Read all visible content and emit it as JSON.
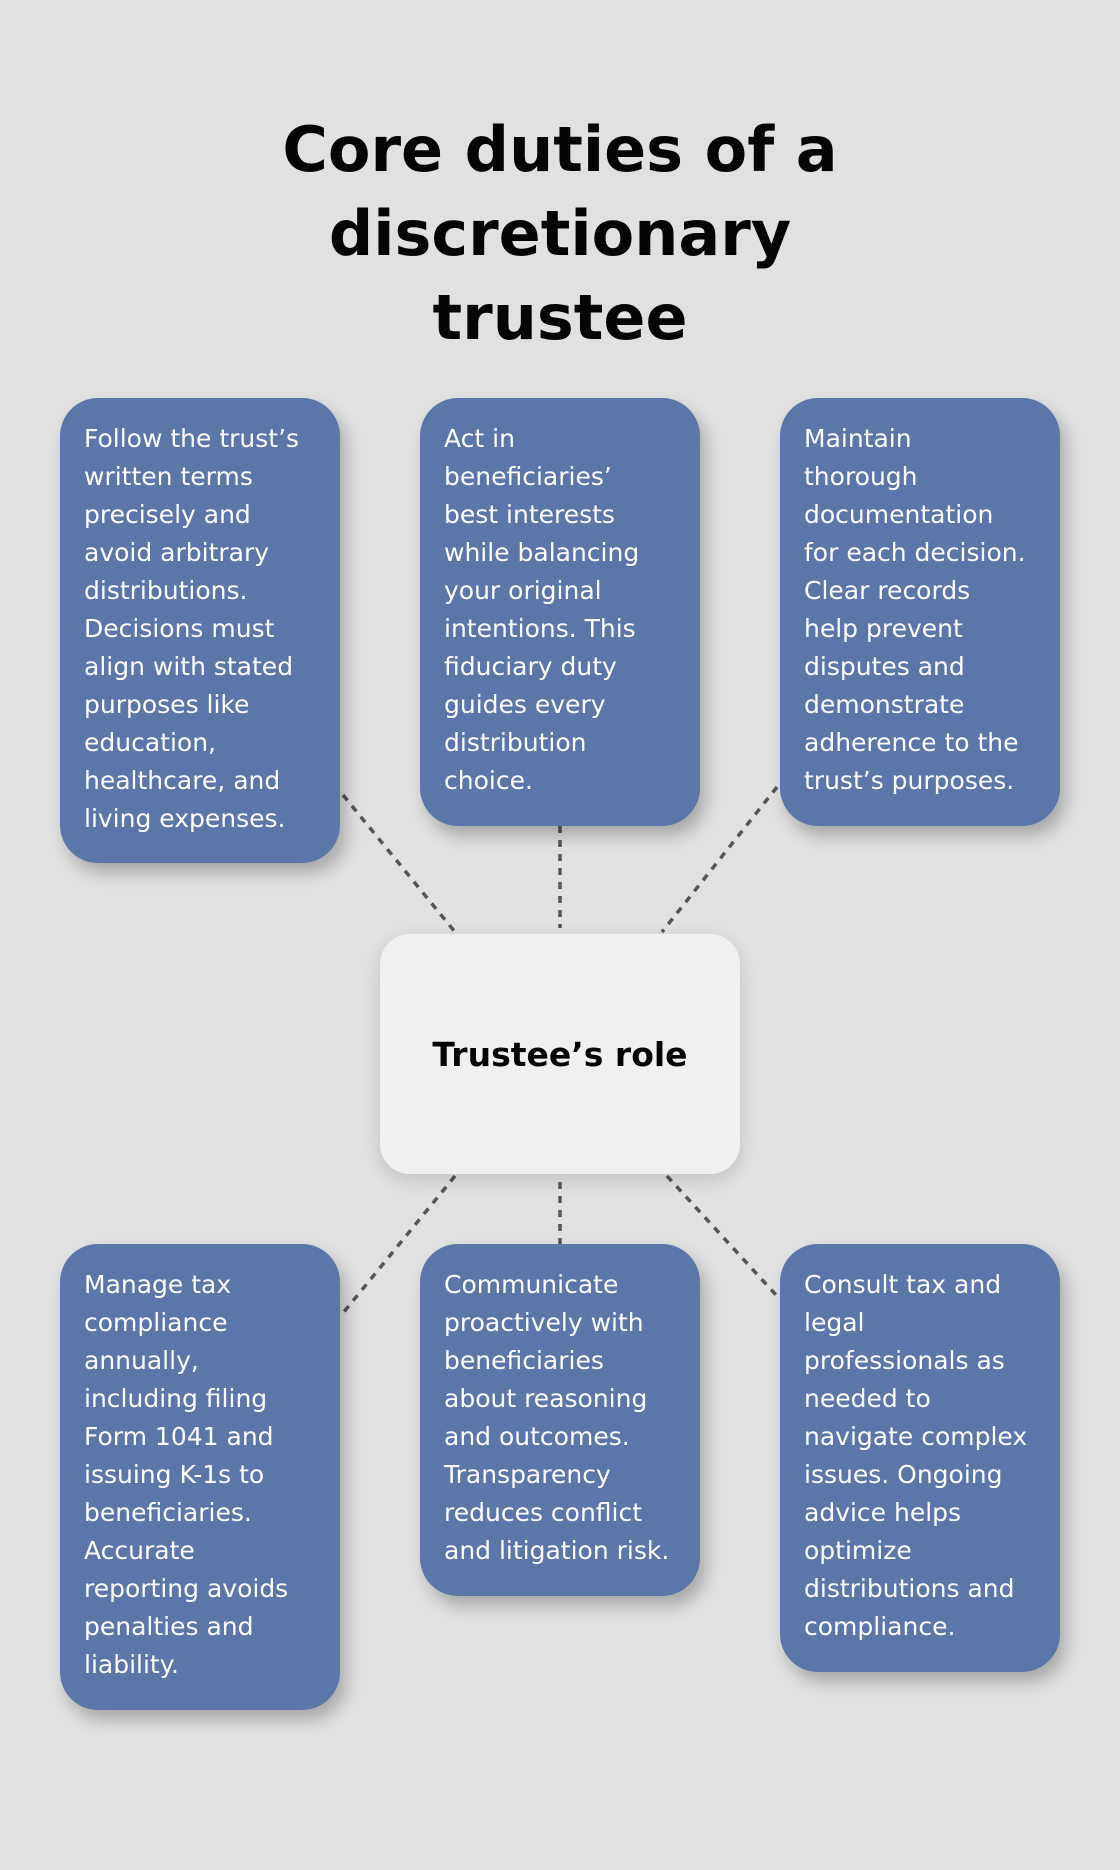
{
  "title": "Core duties of a discretionary\ntrustee",
  "center": {
    "label": "Trustee’s role"
  },
  "duties": [
    {
      "text": "Follow the trust’s\nwritten terms\nprecisely and\navoid arbitrary\ndistributions.\nDecisions must\nalign with stated\npurposes like\neducation,\nhealthcare, and\nliving expenses."
    },
    {
      "text": "Act in\nbeneficiaries’\nbest interests\nwhile balancing\nyour original\nintentions. This\nfiduciary duty\nguides every\ndistribution\nchoice."
    },
    {
      "text": "Maintain\nthorough\ndocumentation\nfor each decision.\nClear records\nhelp prevent\ndisputes and\ndemonstrate\nadherence to the\ntrust’s purposes."
    },
    {
      "text": "Manage tax\ncompliance\nannually,\nincluding filing\nForm 1041 and\nissuing K-1s to\nbeneficiaries.\nAccurate\nreporting avoids\npenalties and\nliability."
    },
    {
      "text": "Communicate\nproactively with\nbeneficiaries\nabout reasoning\nand outcomes.\nTransparency\nreduces conflict\nand litigation risk."
    },
    {
      "text": "Consult tax and\nlegal\nprofessionals as\nneeded to\nnavigate complex\nissues. Ongoing\nadvice helps\noptimize\ndistributions and\ncompliance."
    }
  ],
  "colors": {
    "background": "#e0e1e0",
    "card": "#5b76a9",
    "center": "#eff0f2",
    "connector": "#555555"
  }
}
